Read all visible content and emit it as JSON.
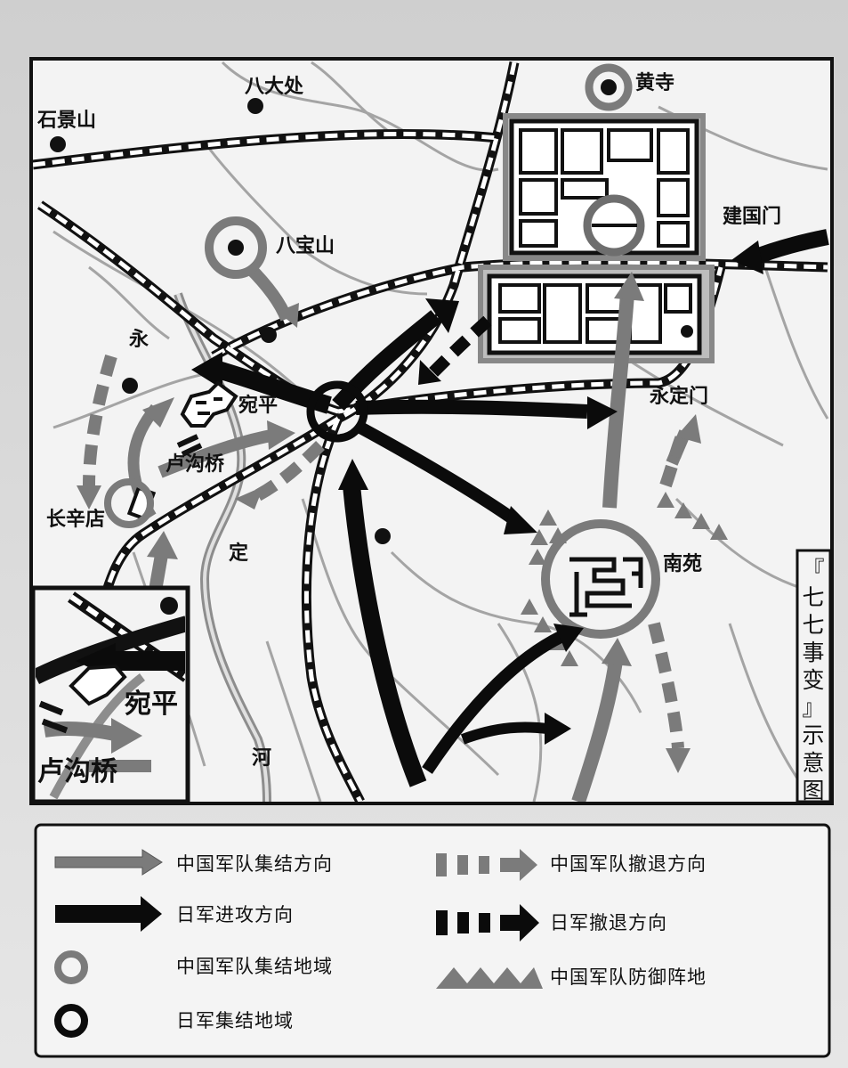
{
  "title": "『七七事变』示意图",
  "title_chars": [
    "『",
    "七",
    "七",
    "事",
    "变",
    "』",
    "示",
    "意",
    "图"
  ],
  "places": {
    "shijingshan": "石景山",
    "badachu": "八大处",
    "babaoshan": "八宝山",
    "huangsi": "黄寺",
    "jianguomen": "建国门",
    "yongdingmen": "永定门",
    "wanping": "宛平",
    "lugouqiao": "卢沟桥",
    "changxindian": "长辛店",
    "nanyuan": "南苑",
    "river_yong": "永",
    "river_ding": "定",
    "river_he": "河"
  },
  "inset": {
    "wanping": "宛平",
    "lugouqiao": "卢沟桥"
  },
  "legend": {
    "cn_gather_dir": "中国军队集结方向",
    "jp_attack_dir": "日军进攻方向",
    "cn_gather_area": "中国军队集结地域",
    "jp_gather_area": "日军集结地域",
    "cn_retreat_dir": "中国军队撤退方向",
    "jp_retreat_dir": "日军撤退方向",
    "cn_defense_pos": "中国军队防御阵地"
  },
  "colors": {
    "china_gray": "#7b7b7b",
    "japan_black": "#0b0b0b",
    "map_bg": "#f2f2f2",
    "road_line": "#a8a8a8"
  }
}
